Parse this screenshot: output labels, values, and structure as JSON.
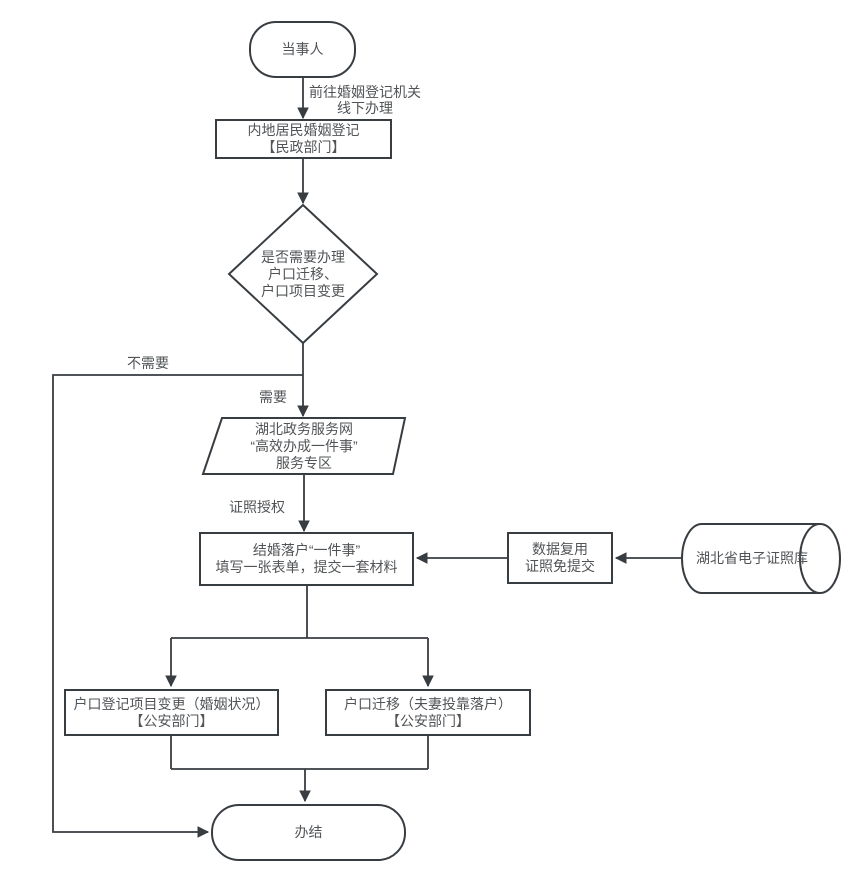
{
  "colors": {
    "stroke": "#383d42",
    "text": "#515457",
    "background": "#ffffff"
  },
  "nodes": {
    "applicant": {
      "label": "当事人"
    },
    "marriage_registration": {
      "line1": "内地居民婚姻登记",
      "line2": "【民政部门】"
    },
    "decision": {
      "line1": "是否需要办理",
      "line2": "户口迁移、",
      "line3": "户口项目变更"
    },
    "portal": {
      "line1": "湖北政务服务网",
      "line2": "“高效办成一件事”",
      "line3": "服务专区"
    },
    "one_form": {
      "line1": "结婚落户“一件事”",
      "line2": "填写一张表单，提交一套材料"
    },
    "data_reuse": {
      "line1": "数据复用",
      "line2": "证照免提交"
    },
    "license_database": {
      "label": "湖北省电子证照库"
    },
    "registry_item_change": {
      "line1": "户口登记项目变更（婚姻状况）",
      "line2": "【公安部门】"
    },
    "household_relocation": {
      "line1": "户口迁移（夫妻投靠落户）",
      "line2": "【公安部门】"
    },
    "completed": {
      "label": "办结"
    }
  },
  "edge_labels": {
    "go_offline": {
      "line1": "前往婚姻登记机关",
      "line2": "线下办理"
    },
    "not_needed": "不需要",
    "needed": "需要",
    "license_authorization": "证照授权"
  }
}
